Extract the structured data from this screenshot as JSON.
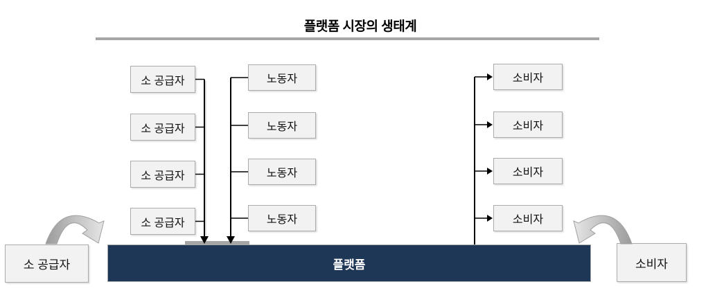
{
  "title": "플랫폼 시장의 생태계",
  "columns": {
    "suppliers": [
      "소 공급자",
      "소 공급자",
      "소 공급자",
      "소 공급자"
    ],
    "workers": [
      "노동자",
      "노동자",
      "노동자",
      "노동자"
    ],
    "consumers": [
      "소비자",
      "소비자",
      "소비자",
      "소비자"
    ]
  },
  "platform": {
    "label": "플랫폼"
  },
  "external": {
    "supplier_label": "소 공급자",
    "consumer_label": "소비자"
  },
  "colors": {
    "platform_bg": "#1F3757",
    "box_bg": "#F2F2F2",
    "box_border": "#ABABAB",
    "divider": "#A6A6A6",
    "connector": "#000000",
    "curved_arrow_dark": "#9B9B9B",
    "curved_arrow_light": "#E6E6E6"
  },
  "icons": {
    "down_arrowhead": "▼",
    "right_arrowhead": "▶",
    "curved_arrow_left": "⤵",
    "curved_arrow_right": "⤹"
  }
}
